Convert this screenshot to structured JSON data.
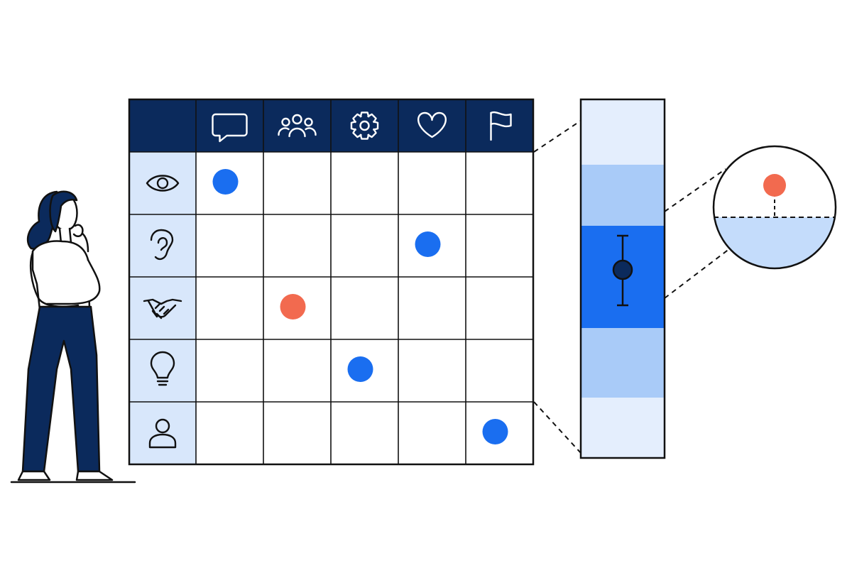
{
  "colors": {
    "navy": "#0b2a5c",
    "ink": "#111111",
    "blue_dot": "#1a6ef0",
    "orange_dot": "#f26a4f",
    "header_bg": "#0b2a5c",
    "row_header_bg": "#d8e7fb",
    "band_light": "#e4eefd",
    "band_mid": "#a9cbf8",
    "band_strong": "#1a6ef0",
    "lens_water": "#c4dcfb"
  },
  "matrix": {
    "columns": [
      {
        "icon": "speech-bubble-icon"
      },
      {
        "icon": "people-group-icon"
      },
      {
        "icon": "gear-icon"
      },
      {
        "icon": "heart-icon"
      },
      {
        "icon": "flag-icon"
      }
    ],
    "rows": [
      {
        "icon": "eye-icon"
      },
      {
        "icon": "ear-icon"
      },
      {
        "icon": "handshake-icon"
      },
      {
        "icon": "lightbulb-icon"
      },
      {
        "icon": "user-icon"
      }
    ],
    "marks": [
      {
        "row": 0,
        "col": 0,
        "status": "blue"
      },
      {
        "row": 1,
        "col": 3,
        "status": "blue"
      },
      {
        "row": 2,
        "col": 1,
        "status": "orange"
      },
      {
        "row": 3,
        "col": 2,
        "status": "blue"
      },
      {
        "row": 4,
        "col": 4,
        "status": "blue"
      }
    ]
  },
  "zoom_strip": {
    "bands": [
      "light",
      "mid",
      "strong",
      "mid",
      "light"
    ]
  },
  "magnifier": {
    "dot": "orange"
  }
}
